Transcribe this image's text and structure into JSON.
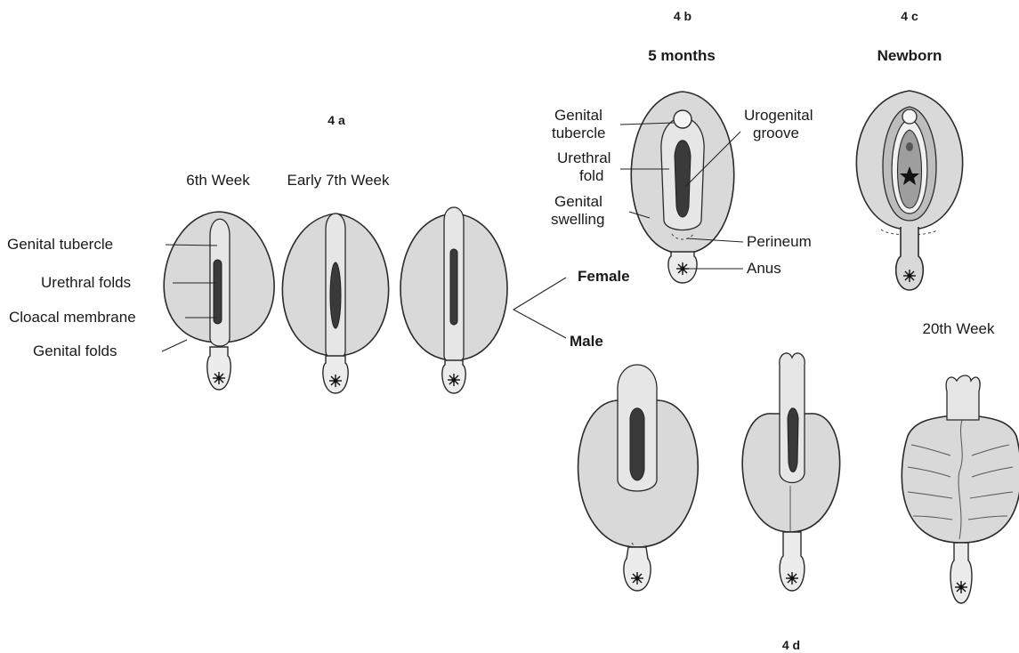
{
  "panels": {
    "a": {
      "tag": "4 a",
      "stage1": "6th Week",
      "stage2": "Early 7th Week"
    },
    "b": {
      "tag": "4 b",
      "stage": "5 months"
    },
    "c": {
      "tag": "4 c",
      "stage": "Newborn"
    },
    "d": {
      "tag": "4 d",
      "stage": "20th Week"
    }
  },
  "labels_a": {
    "genital_tubercle": "Genital tubercle",
    "urethral_folds": "Urethral folds",
    "cloacal_membrane": "Cloacal membrane",
    "genital_folds": "Genital folds"
  },
  "labels_b": {
    "genital_tubercle_1": "Genital",
    "genital_tubercle_2": "tubercle",
    "urethral_fold_1": "Urethral",
    "urethral_fold_2": "fold",
    "genital_swelling_1": "Genital",
    "genital_swelling_2": "swelling",
    "urogenital_groove_1": "Urogenital",
    "urogenital_groove_2": "groove",
    "perineum": "Perineum",
    "anus": "Anus"
  },
  "branch": {
    "female": "Female",
    "male": "Male"
  },
  "colors": {
    "skin": "#d9d9d9",
    "groove": "#3a3a3a",
    "line": "#2a2a2a"
  }
}
